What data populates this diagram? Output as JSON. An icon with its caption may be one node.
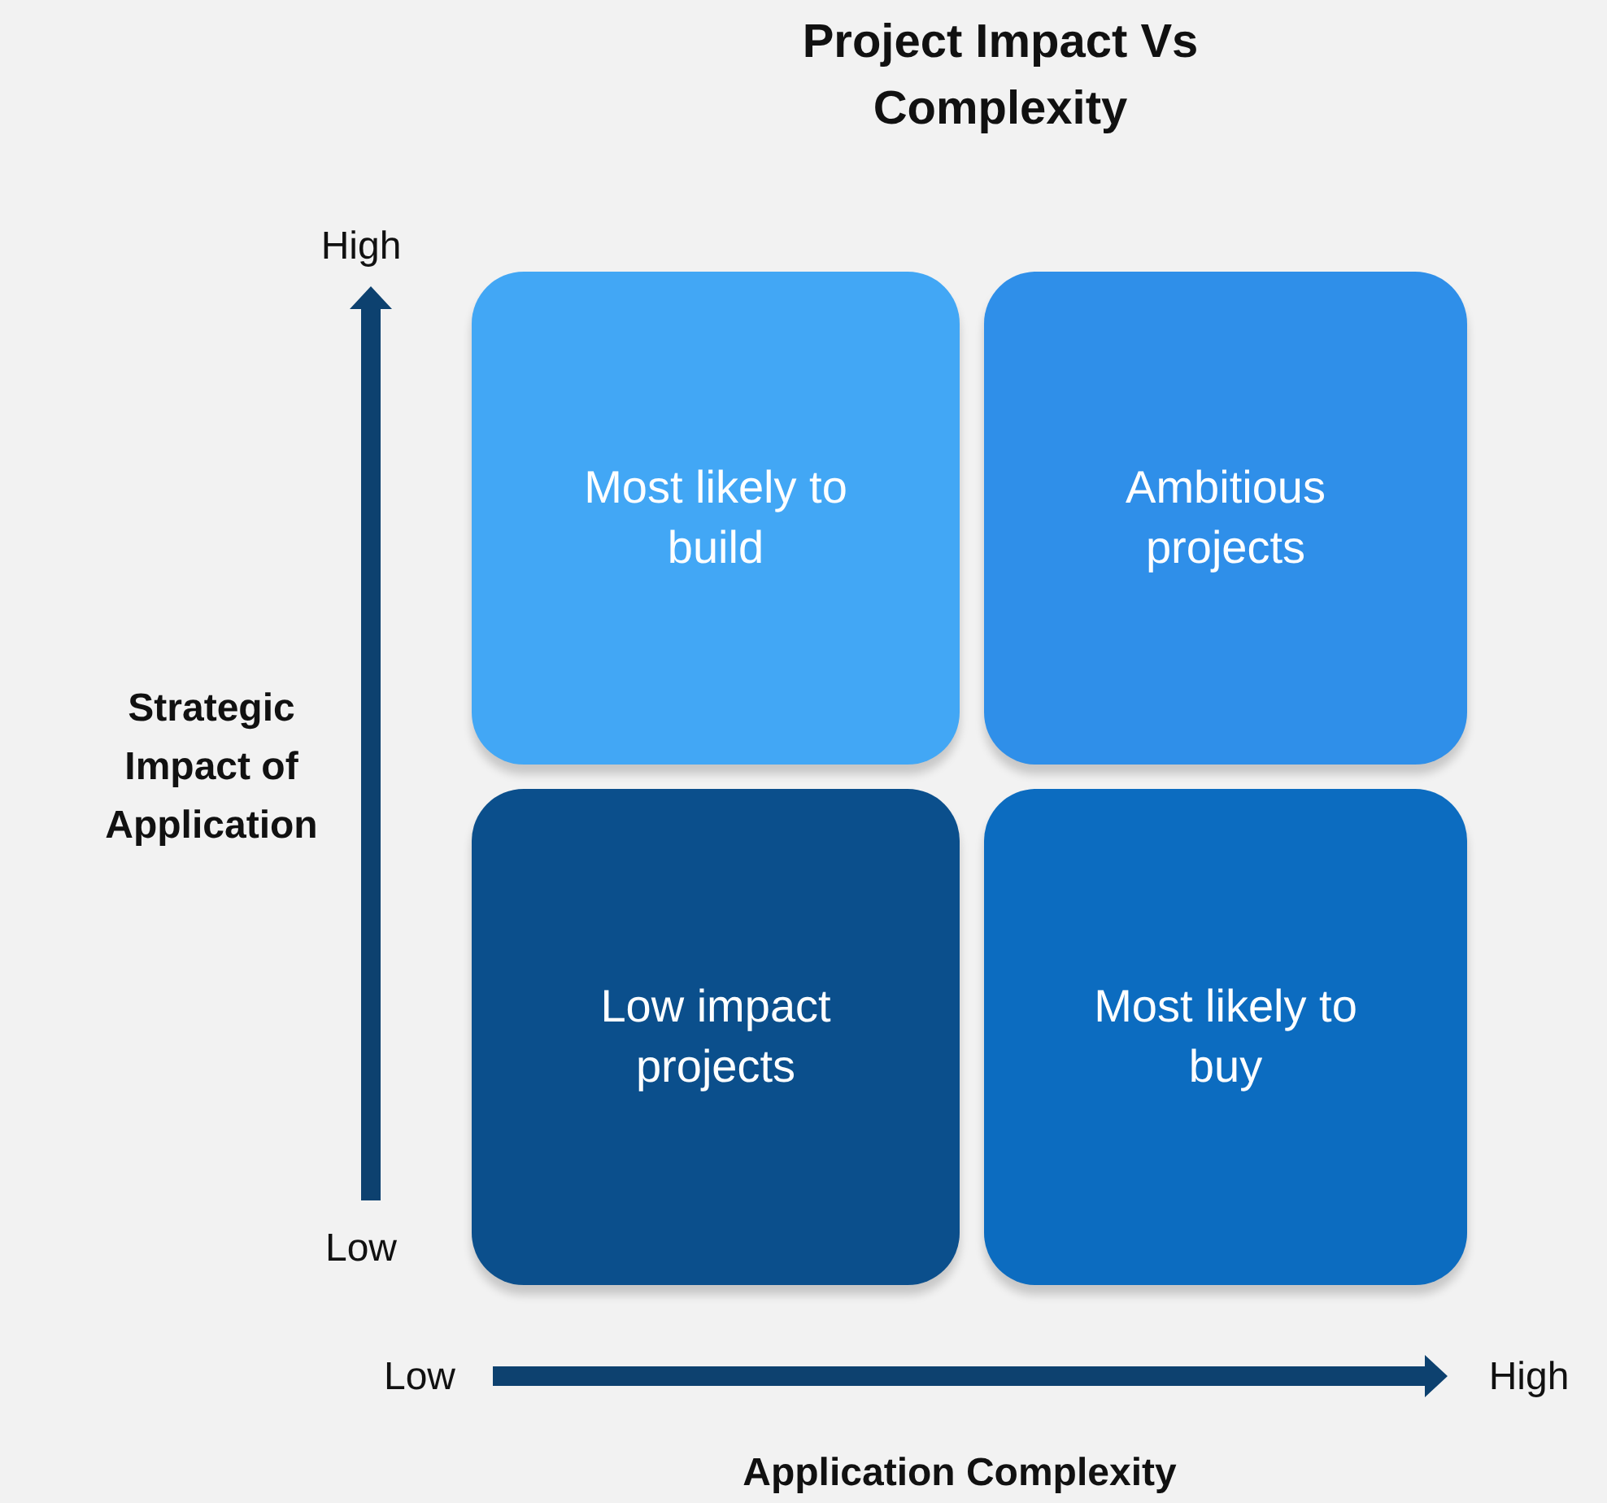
{
  "diagram": {
    "title": "Project Impact Vs Complexity",
    "nodes": [
      {
        "text": [
          "Most likely to build"
        ]
      },
      {
        "text": [
          "Ambitious projects"
        ]
      },
      {
        "text": [
          "Low impact projects"
        ]
      },
      {
        "text": [
          "Most likely to buy"
        ]
      }
    ],
    "edges": [],
    "labels": [
      "High",
      "Strategic Impact of Application",
      "Low",
      "Low",
      "High",
      "Application Complexity"
    ]
  }
}
